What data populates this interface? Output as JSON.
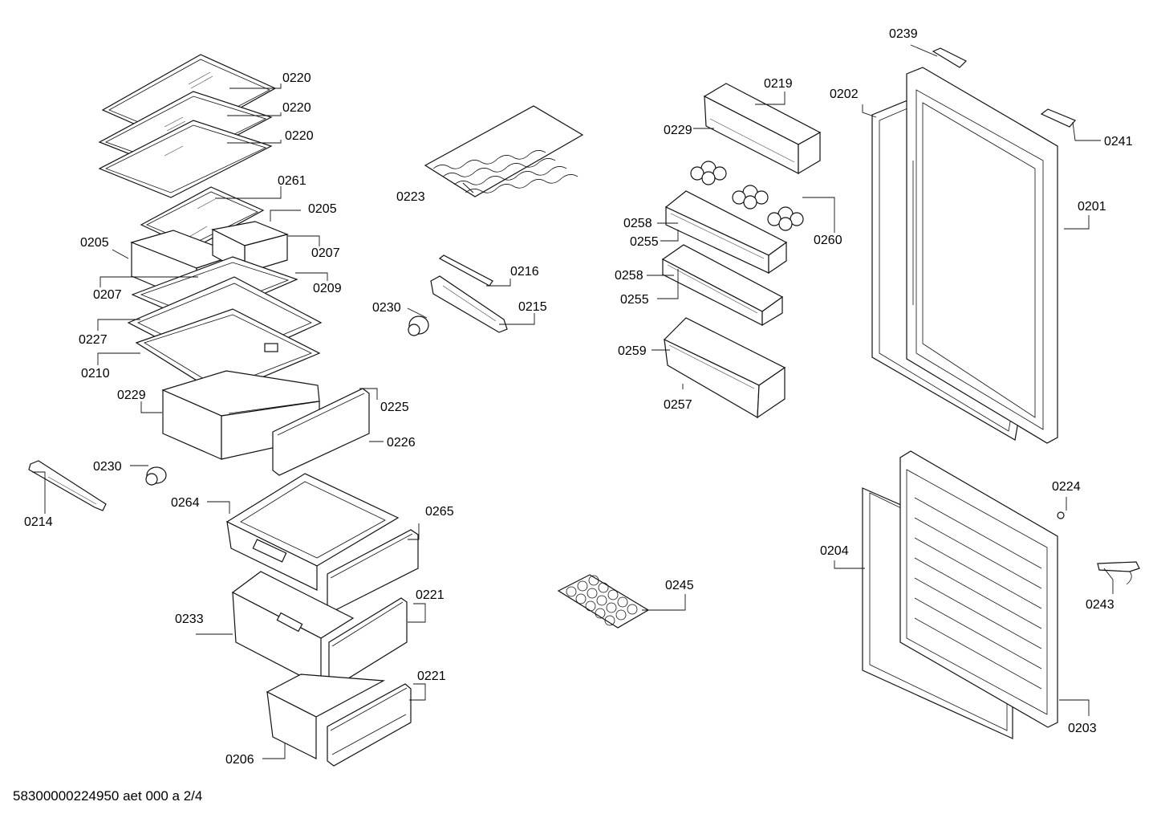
{
  "drawing_id": "58300000224950 aet 000 a 2/4",
  "labels": {
    "p0220a": "0220",
    "p0220b": "0220",
    "p0220c": "0220",
    "p0261": "0261",
    "p0205a": "0205",
    "p0205b": "0205",
    "p0207a": "0207",
    "p0207b": "0207",
    "p0209": "0209",
    "p0227": "0227",
    "p0210": "0210",
    "p0229a": "0229",
    "p0225": "0225",
    "p0226": "0226",
    "p0230a": "0230",
    "p0214": "0214",
    "p0264": "0264",
    "p0265": "0265",
    "p0233": "0233",
    "p0221a": "0221",
    "p0221b": "0221",
    "p0206": "0206",
    "p0223": "0223",
    "p0216": "0216",
    "p0215": "0215",
    "p0230b": "0230",
    "p0245": "0245",
    "p0219": "0219",
    "p0229b": "0229",
    "p0260": "0260",
    "p0258a": "0258",
    "p0255a": "0255",
    "p0258b": "0258",
    "p0255b": "0255",
    "p0259": "0259",
    "p0257": "0257",
    "p0239": "0239",
    "p0202": "0202",
    "p0241": "0241",
    "p0201": "0201",
    "p0224": "0224",
    "p0204": "0204",
    "p0243": "0243",
    "p0203": "0203"
  }
}
